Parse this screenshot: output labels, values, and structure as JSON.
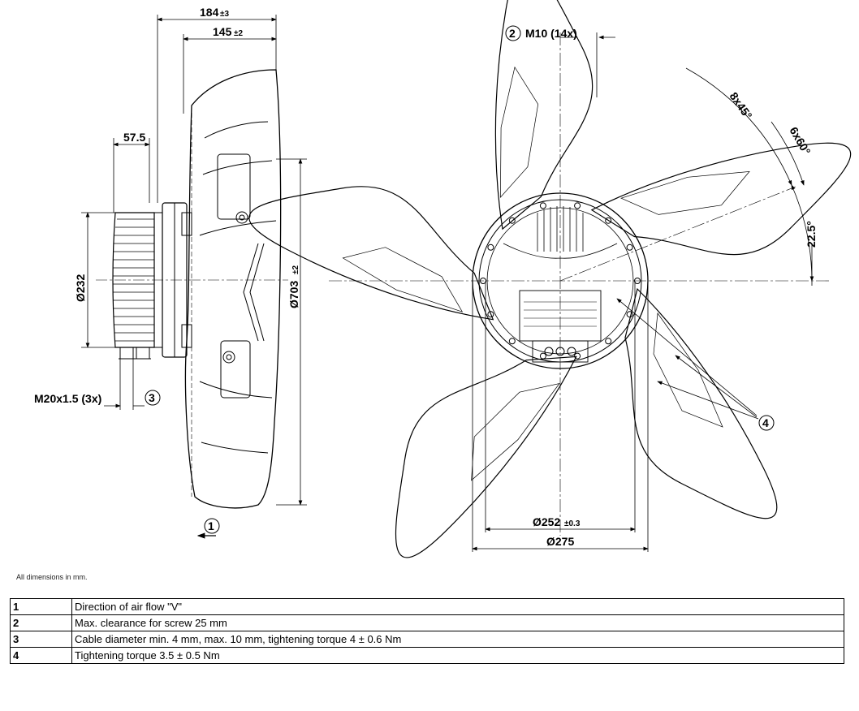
{
  "dimensions": {
    "overall_depth": {
      "value": "184",
      "tol": "±3"
    },
    "blade_depth": {
      "value": "145",
      "tol": "±2"
    },
    "motor_offset": "57.5",
    "motor_dia": "Ø232",
    "fan_dia": {
      "value": "Ø703",
      "tol": "±2"
    },
    "cable_gland": "M20x1.5 (3x)",
    "screw": "M10 (14x)",
    "angle_8x45": "8x45°",
    "angle_6x60": "6x60°",
    "angle_22_5": "22.5°",
    "bolt_circle": {
      "value": "Ø252",
      "tol": "±0.3"
    },
    "flange_dia": "Ø275"
  },
  "callouts": {
    "c1": "1",
    "c2": "2",
    "c3": "3",
    "c4": "4"
  },
  "note": "All dimensions in mm.",
  "legend": [
    {
      "num": "1",
      "text": "Direction of air flow \"V\""
    },
    {
      "num": "2",
      "text": "Max. clearance for screw 25 mm"
    },
    {
      "num": "3",
      "text": "Cable diameter min. 4 mm, max. 10 mm, tightening torque 4 ± 0.6 Nm"
    },
    {
      "num": "4",
      "text": "Tightening torque 3.5 ± 0.5 Nm"
    }
  ]
}
